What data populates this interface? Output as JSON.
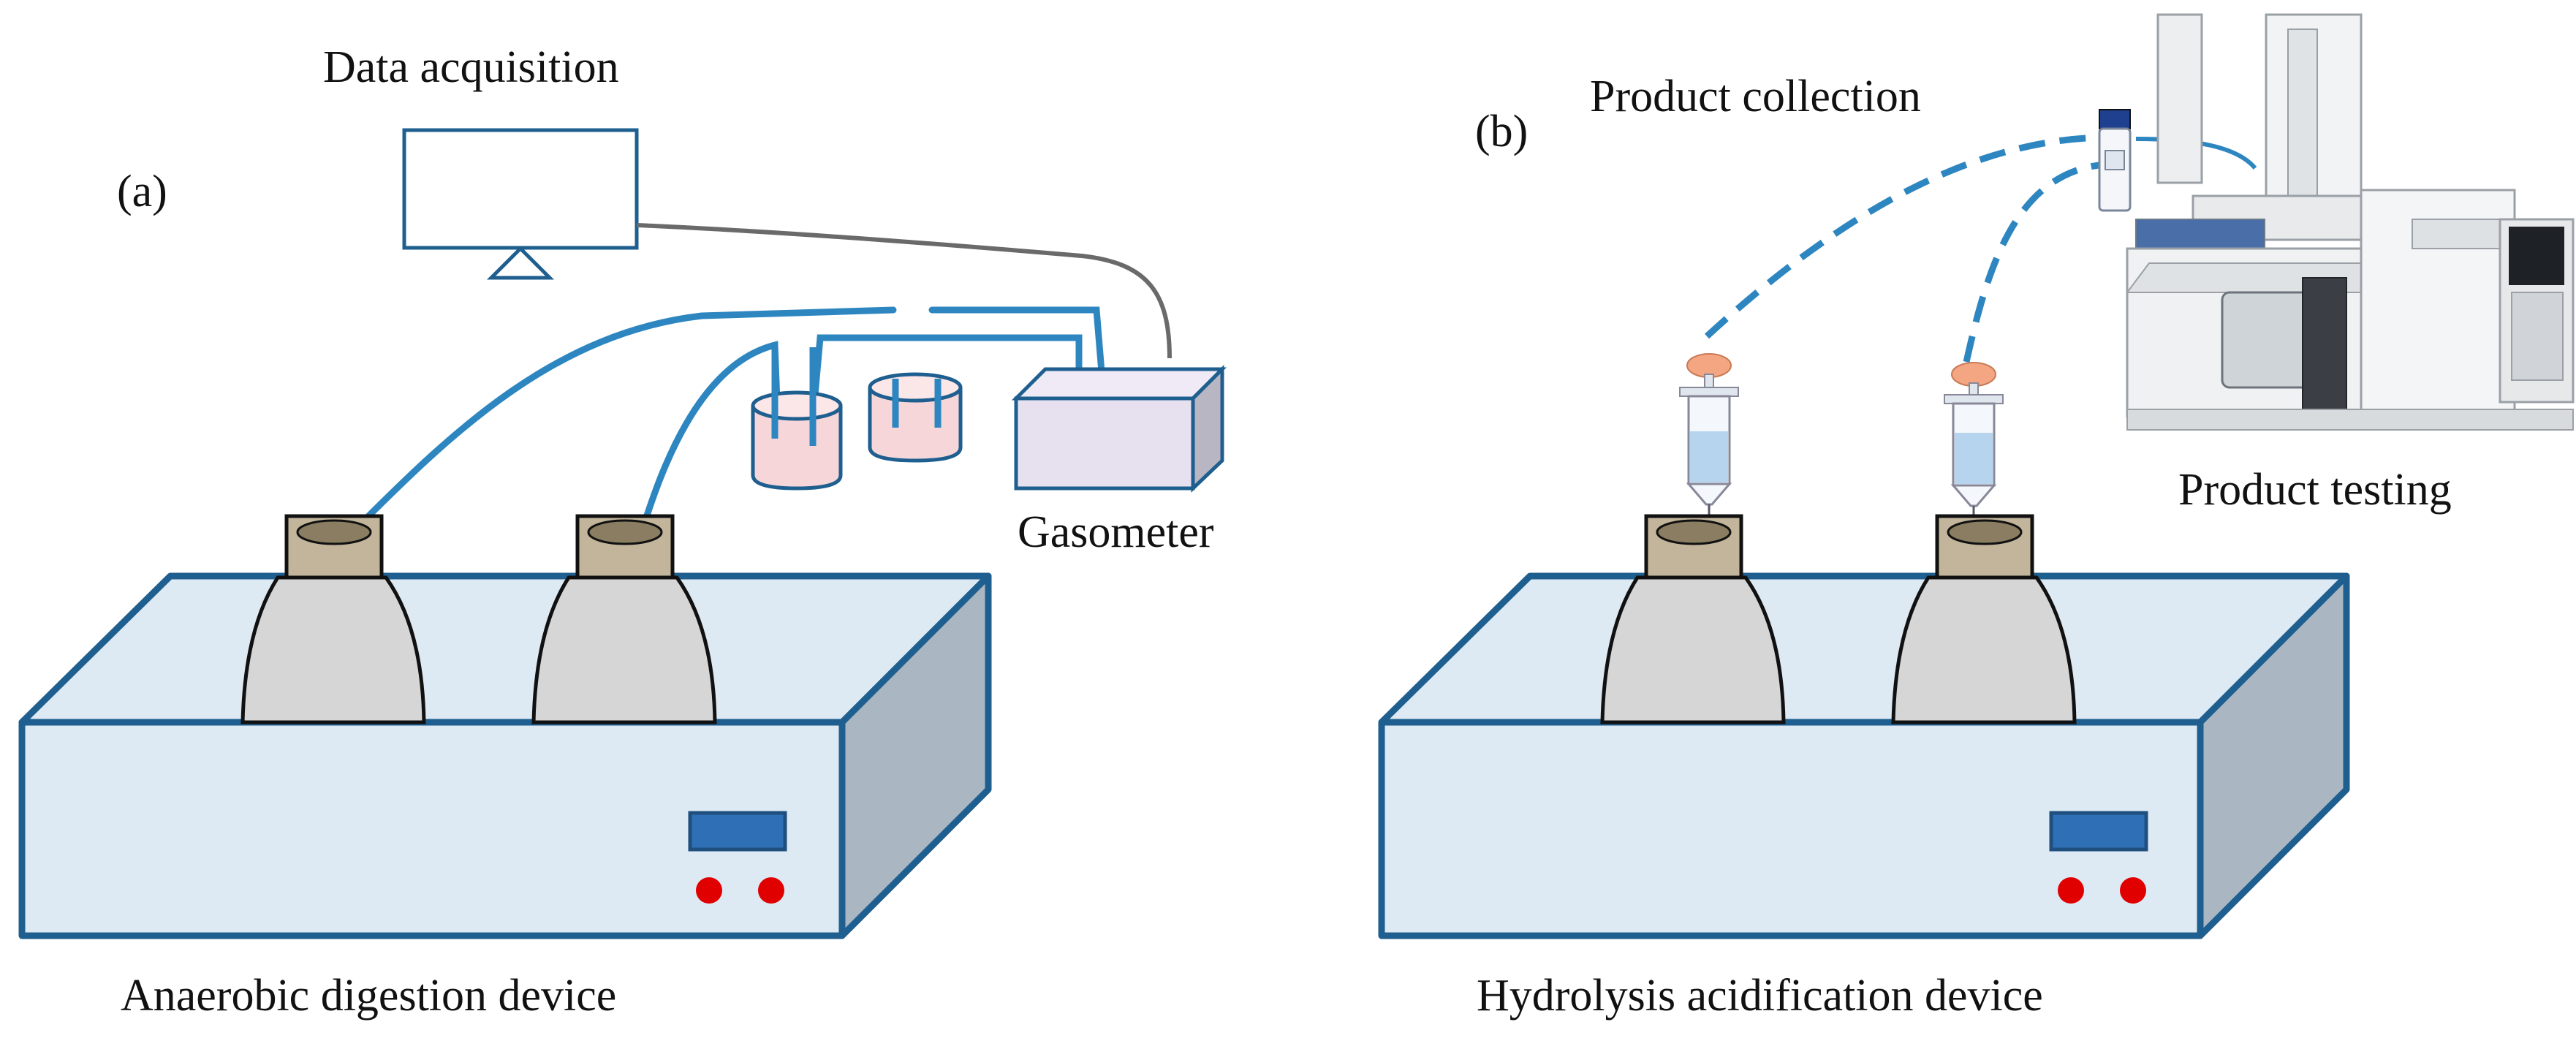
{
  "panel_a": {
    "letter": "(a)",
    "data_acquisition_label": "Data acquisition",
    "gasometer_label": "Gasometer",
    "device_label": "Anaerobic digestion device"
  },
  "panel_b": {
    "letter": "(b)",
    "product_collection_label": "Product collection",
    "product_testing_label": "Product testing",
    "device_label": "Hydrolysis acidification device"
  },
  "colors": {
    "outline_blue": "#1f5f8f",
    "tube_blue": "#2e86c1",
    "device_front": "#dde9f3",
    "device_side": "#aab7c3",
    "bottle_grey": "#d6d6d6",
    "cap_tan": "#c2b59b",
    "beaker_pink": "#f6d6d8",
    "gasometer_fill": "#e6e0ef",
    "indicator_red": "#e00000"
  }
}
